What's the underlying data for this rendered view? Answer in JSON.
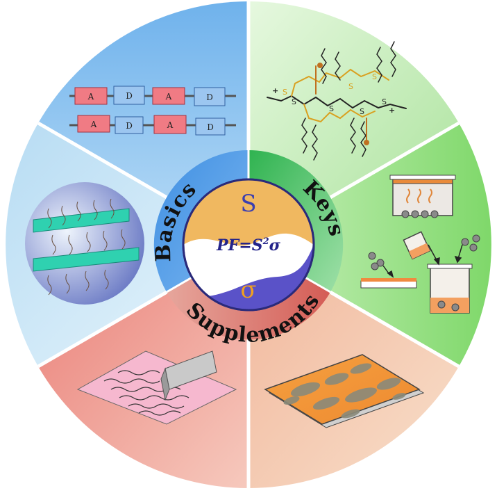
{
  "ring_labels": {
    "basics": "Basics",
    "keys": "Keys",
    "supplements": "Supplements"
  },
  "center": {
    "seebeck_symbol": "S",
    "conductivity_symbol": "σ",
    "formula_prefix": "PF=S",
    "formula_exponent": "2",
    "formula_suffix": "σ"
  },
  "backbone_blocks": {
    "top_row": [
      "A",
      "D",
      "A",
      "D"
    ],
    "bottom_row": [
      "A",
      "D",
      "A",
      "D"
    ]
  },
  "molecule_atoms": {
    "sulfur_labels": [
      "S",
      "S",
      "S",
      "S",
      "S",
      "S",
      "S"
    ],
    "charge_labels": [
      "+",
      "+"
    ]
  },
  "colors": {
    "basics_blue": "#4a98e6",
    "keys_green": "#3fbf5a",
    "supplements_red": "#d8605a",
    "yin_yang_orange": "#f0b860",
    "yin_yang_purple": "#5a52c8"
  }
}
